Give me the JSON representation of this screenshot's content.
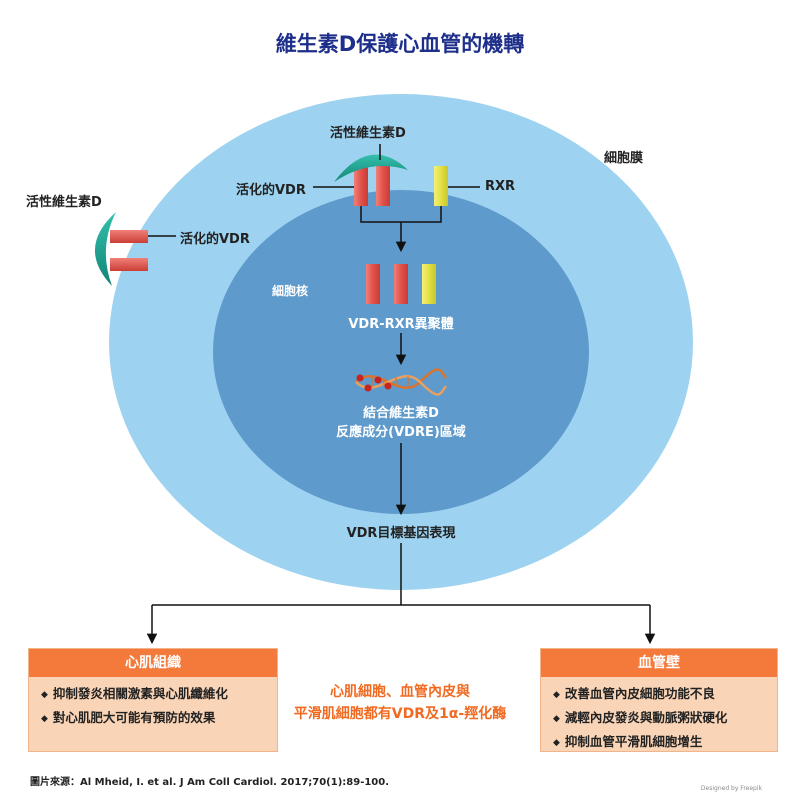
{
  "title": "維生素D保護心血管的機轉",
  "cell_membrane": "細胞膜",
  "nucleus": "細胞核",
  "outer": {
    "vitd": "活性維生素D",
    "vdr": "活化的VDR"
  },
  "inner": {
    "vitd": "活性維生素D",
    "vdr": "活化的VDR",
    "rxr": "RXR"
  },
  "heterodimer": "VDR-RXR異聚體",
  "vdre_line1": "結合維生素D",
  "vdre_line2": "反應成分(VDRE)區域",
  "target_gene": "VDR目標基因表現",
  "left_box": {
    "title": "心肌組織",
    "items": [
      "抑制發炎相關激素與心肌纖維化",
      "對心肌肥大可能有預防的效果"
    ]
  },
  "right_box": {
    "title": "血管壁",
    "items": [
      "改善血管內皮細胞功能不良",
      "減輕內皮發炎與動脈粥狀硬化",
      "抑制血管平滑肌細胞增生"
    ]
  },
  "center_note_line1": "心肌細胞、血管內皮與",
  "center_note_line2": "平滑肌細胞都有VDR及1α-羥化酶",
  "source": "圖片來源：Al Mheid, I. et al. J Am Coll Cardiol. 2017;70(1):89-100.",
  "credit": "Designed by Freepik",
  "colors": {
    "cell": "#9dd3f0",
    "nucleus": "#5e9acb",
    "vdr": "#e2524a",
    "rxr": "#e2e043",
    "vitd": "#1aa08f",
    "box_head": "#f47a3c",
    "box_body": "#f9d4b7",
    "title": "#1d2f8a",
    "note": "#f06a21"
  }
}
